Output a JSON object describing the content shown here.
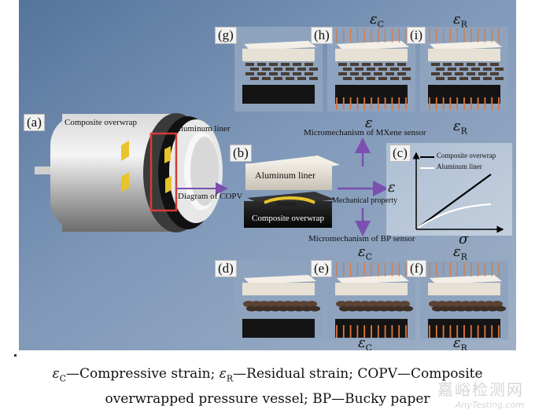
{
  "panels": {
    "a": "(a)",
    "b": "(b)",
    "c": "(c)",
    "d": "(d)",
    "e": "(e)",
    "f": "(f)",
    "g": "(g)",
    "h": "(h)",
    "i": "(i)"
  },
  "labels": {
    "composite_overwrap": "Composite overwrap",
    "aluminum_liner": "Aluminum liner",
    "diagram_of_copv": "Diagram of COPV",
    "aluminum_liner_block": "Aluminum liner",
    "sensor": "Sensor",
    "composite_overwrap_block": "Composite overwrap",
    "mxene_mechanism": "Micromechanism of MXene sensor",
    "bp_mechanism": "Micromechanism of BP sensor",
    "mechanical_property": "Mechanical property"
  },
  "symbols": {
    "epsilon": "ε",
    "sigma": "σ",
    "sub_c": "C",
    "sub_r": "R"
  },
  "chart_data": {
    "type": "line",
    "xlabel": "σ",
    "ylabel": "ε",
    "series": [
      {
        "name": "Composite overwrap",
        "color": "#000000",
        "shape": "linear"
      },
      {
        "name": "Aluminum liner",
        "color": "#ffffff",
        "shape": "saturating"
      }
    ]
  },
  "caption": {
    "line1_a": "—Compressive strain; ",
    "line1_b": "—Residual strain; COPV—Composite",
    "line2": "overwrapped pressure vessel; BP—Bucky paper"
  },
  "watermark": {
    "cn": "嘉峪检测网",
    "en": "AnyTesting.com"
  },
  "colors": {
    "background": "#6f8bb0",
    "arrow": "#7b4fb0",
    "highlight": "#d83a3a",
    "sensor": "#e8c32a"
  }
}
